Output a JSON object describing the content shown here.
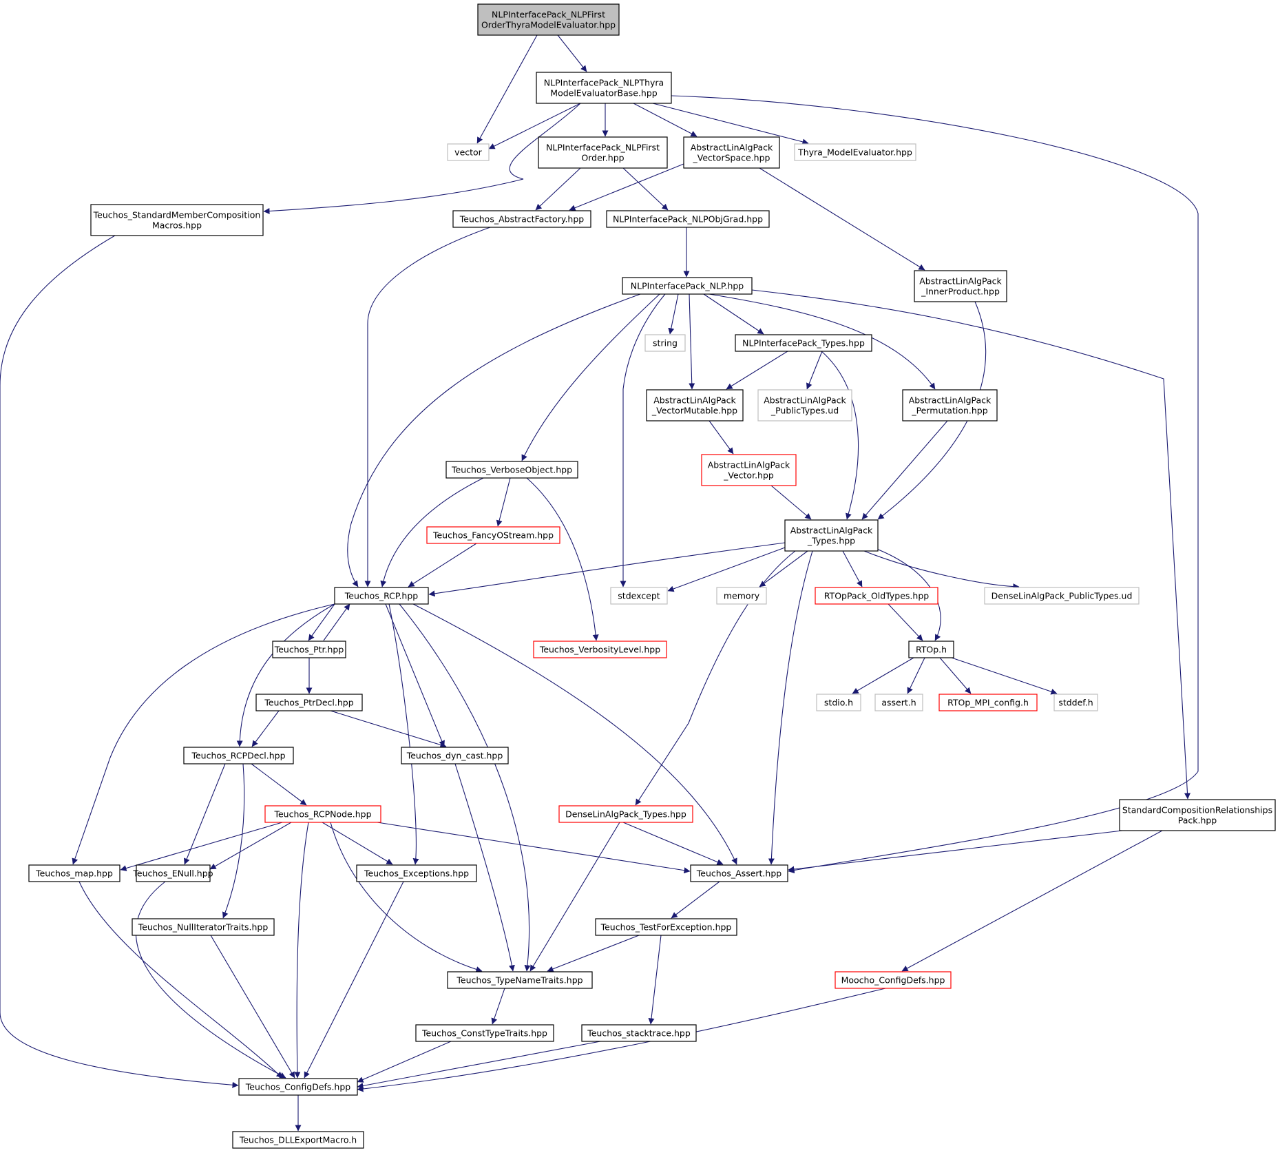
{
  "diagram": {
    "colors": {
      "edge": "#191970",
      "node_border_default": "#000000",
      "node_border_external": "#bfbfbf",
      "node_border_incomplete": "#ff0000",
      "root_fill": "#bfbfbf",
      "node_fill": "#ffffff"
    },
    "nodes": [
      {
        "id": "root",
        "lines": [
          "NLPInterfacePack_NLPFirst",
          "OrderThyraModelEvaluator.hpp"
        ],
        "kind": "root"
      },
      {
        "id": "tmebase",
        "lines": [
          "NLPInterfacePack_NLPThyra",
          "ModelEvaluatorBase.hpp"
        ],
        "kind": "default"
      },
      {
        "id": "vector",
        "lines": [
          "vector"
        ],
        "kind": "external"
      },
      {
        "id": "nlpfirst",
        "lines": [
          "NLPInterfacePack_NLPFirst",
          "Order.hpp"
        ],
        "kind": "default"
      },
      {
        "id": "vspace",
        "lines": [
          "AbstractLinAlgPack",
          "_VectorSpace.hpp"
        ],
        "kind": "default"
      },
      {
        "id": "thyrame",
        "lines": [
          "Thyra_ModelEvaluator.hpp"
        ],
        "kind": "external"
      },
      {
        "id": "smcm",
        "lines": [
          "Teuchos_StandardMemberComposition",
          "Macros.hpp"
        ],
        "kind": "default"
      },
      {
        "id": "absfac",
        "lines": [
          "Teuchos_AbstractFactory.hpp"
        ],
        "kind": "default"
      },
      {
        "id": "objgrad",
        "lines": [
          "NLPInterfacePack_NLPObjGrad.hpp"
        ],
        "kind": "default"
      },
      {
        "id": "innerprod",
        "lines": [
          "AbstractLinAlgPack",
          "_InnerProduct.hpp"
        ],
        "kind": "default"
      },
      {
        "id": "nlp",
        "lines": [
          "NLPInterfacePack_NLP.hpp"
        ],
        "kind": "default"
      },
      {
        "id": "string",
        "lines": [
          "string"
        ],
        "kind": "external"
      },
      {
        "id": "nlptypes",
        "lines": [
          "NLPInterfacePack_Types.hpp"
        ],
        "kind": "default"
      },
      {
        "id": "vmut",
        "lines": [
          "AbstractLinAlgPack",
          "_VectorMutable.hpp"
        ],
        "kind": "default"
      },
      {
        "id": "pubtypes",
        "lines": [
          "AbstractLinAlgPack",
          "_PublicTypes.ud"
        ],
        "kind": "external"
      },
      {
        "id": "perm",
        "lines": [
          "AbstractLinAlgPack",
          "_Permutation.hpp"
        ],
        "kind": "default"
      },
      {
        "id": "verbobj",
        "lines": [
          "Teuchos_VerboseObject.hpp"
        ],
        "kind": "default"
      },
      {
        "id": "vec",
        "lines": [
          "AbstractLinAlgPack",
          "_Vector.hpp"
        ],
        "kind": "incomplete"
      },
      {
        "id": "fancy",
        "lines": [
          "Teuchos_FancyOStream.hpp"
        ],
        "kind": "incomplete"
      },
      {
        "id": "altypes",
        "lines": [
          "AbstractLinAlgPack",
          "_Types.hpp"
        ],
        "kind": "default"
      },
      {
        "id": "rcp",
        "lines": [
          "Teuchos_RCP.hpp"
        ],
        "kind": "default"
      },
      {
        "id": "stdexcept",
        "lines": [
          "stdexcept"
        ],
        "kind": "external"
      },
      {
        "id": "memory",
        "lines": [
          "memory"
        ],
        "kind": "external"
      },
      {
        "id": "rtopold",
        "lines": [
          "RTOpPack_OldTypes.hpp"
        ],
        "kind": "incomplete"
      },
      {
        "id": "densepub",
        "lines": [
          "DenseLinAlgPack_PublicTypes.ud"
        ],
        "kind": "external"
      },
      {
        "id": "ptr",
        "lines": [
          "Teuchos_Ptr.hpp"
        ],
        "kind": "default"
      },
      {
        "id": "verblevel",
        "lines": [
          "Teuchos_VerbosityLevel.hpp"
        ],
        "kind": "incomplete"
      },
      {
        "id": "rtoph",
        "lines": [
          "RTOp.h"
        ],
        "kind": "default"
      },
      {
        "id": "ptrdecl",
        "lines": [
          "Teuchos_PtrDecl.hpp"
        ],
        "kind": "default"
      },
      {
        "id": "stdio",
        "lines": [
          "stdio.h"
        ],
        "kind": "external"
      },
      {
        "id": "asserth",
        "lines": [
          "assert.h"
        ],
        "kind": "external"
      },
      {
        "id": "mpiconfig",
        "lines": [
          "RTOp_MPI_config.h"
        ],
        "kind": "incomplete"
      },
      {
        "id": "stddef",
        "lines": [
          "stddef.h"
        ],
        "kind": "external"
      },
      {
        "id": "rcpdecl",
        "lines": [
          "Teuchos_RCPDecl.hpp"
        ],
        "kind": "default"
      },
      {
        "id": "dyncast",
        "lines": [
          "Teuchos_dyn_cast.hpp"
        ],
        "kind": "default"
      },
      {
        "id": "rcpnode",
        "lines": [
          "Teuchos_RCPNode.hpp"
        ],
        "kind": "incomplete"
      },
      {
        "id": "densetypes",
        "lines": [
          "DenseLinAlgPack_Types.hpp"
        ],
        "kind": "incomplete"
      },
      {
        "id": "scrp",
        "lines": [
          "StandardCompositionRelationships",
          "Pack.hpp"
        ],
        "kind": "default"
      },
      {
        "id": "map",
        "lines": [
          "Teuchos_map.hpp"
        ],
        "kind": "default"
      },
      {
        "id": "enull",
        "lines": [
          "Teuchos_ENull.hpp"
        ],
        "kind": "default"
      },
      {
        "id": "exceptions",
        "lines": [
          "Teuchos_Exceptions.hpp"
        ],
        "kind": "default"
      },
      {
        "id": "tassert",
        "lines": [
          "Teuchos_Assert.hpp"
        ],
        "kind": "default"
      },
      {
        "id": "nullit",
        "lines": [
          "Teuchos_NullIteratorTraits.hpp"
        ],
        "kind": "default"
      },
      {
        "id": "testforexc",
        "lines": [
          "Teuchos_TestForException.hpp"
        ],
        "kind": "default"
      },
      {
        "id": "typename",
        "lines": [
          "Teuchos_TypeNameTraits.hpp"
        ],
        "kind": "default"
      },
      {
        "id": "moocho",
        "lines": [
          "Moocho_ConfigDefs.hpp"
        ],
        "kind": "incomplete"
      },
      {
        "id": "consttype",
        "lines": [
          "Teuchos_ConstTypeTraits.hpp"
        ],
        "kind": "default"
      },
      {
        "id": "stacktrace",
        "lines": [
          "Teuchos_stacktrace.hpp"
        ],
        "kind": "default"
      },
      {
        "id": "configdefs",
        "lines": [
          "Teuchos_ConfigDefs.hpp"
        ],
        "kind": "default"
      },
      {
        "id": "dllexport",
        "lines": [
          "Teuchos_DLLExportMacro.h"
        ],
        "kind": "default"
      }
    ]
  }
}
